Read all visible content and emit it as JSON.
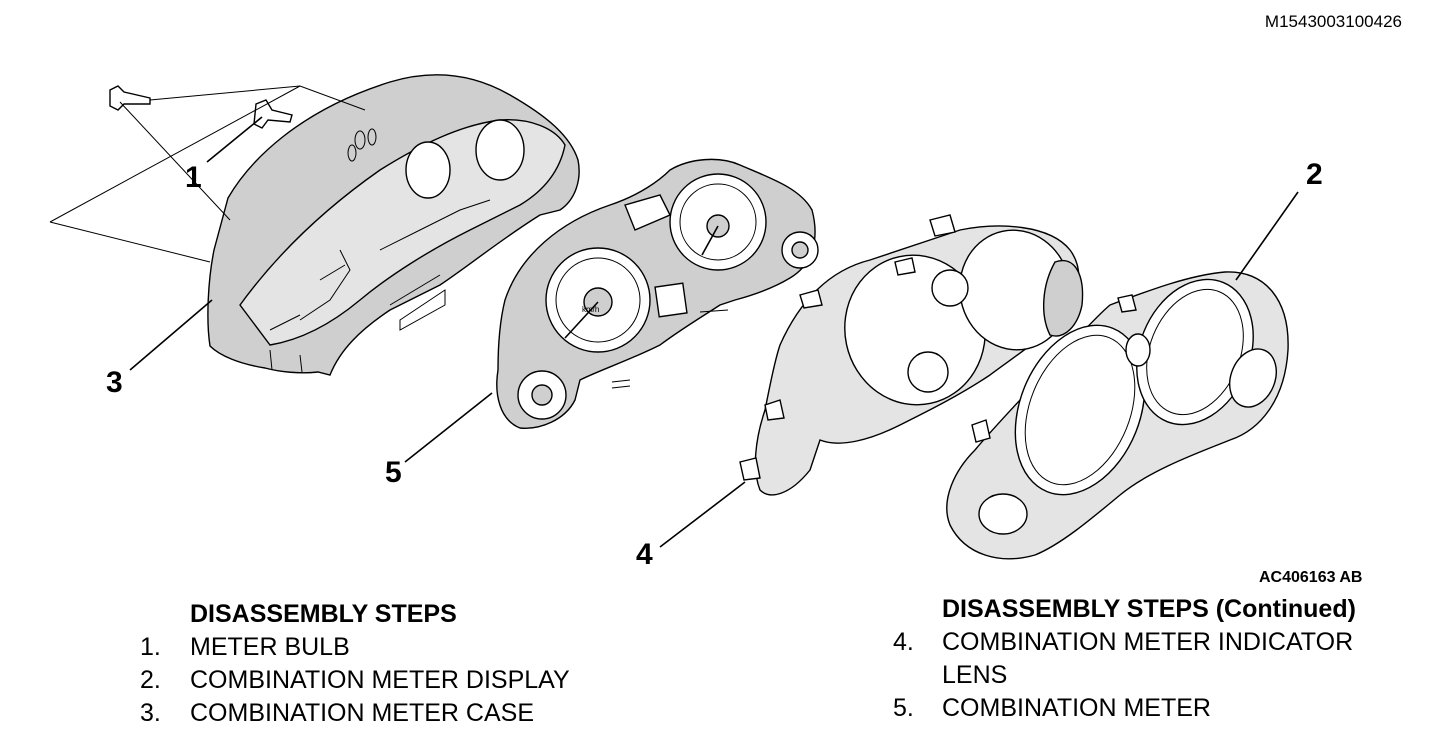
{
  "doc_id": "M1543003100426",
  "figure_id": "AC406163 AB",
  "callouts": [
    "1",
    "2",
    "3",
    "4",
    "5"
  ],
  "steps_left": {
    "heading": "DISASSEMBLY STEPS",
    "items": [
      {
        "num": "1.",
        "label": "METER BULB"
      },
      {
        "num": "2.",
        "label": "COMBINATION METER DISPLAY"
      },
      {
        "num": "3.",
        "label": "COMBINATION METER CASE"
      }
    ]
  },
  "steps_right": {
    "heading": "DISASSEMBLY STEPS (Continued)",
    "items": [
      {
        "num": "4.",
        "label": "COMBINATION METER INDICATOR",
        "label_cont": "LENS"
      },
      {
        "num": "5.",
        "label": "COMBINATION METER"
      }
    ]
  }
}
